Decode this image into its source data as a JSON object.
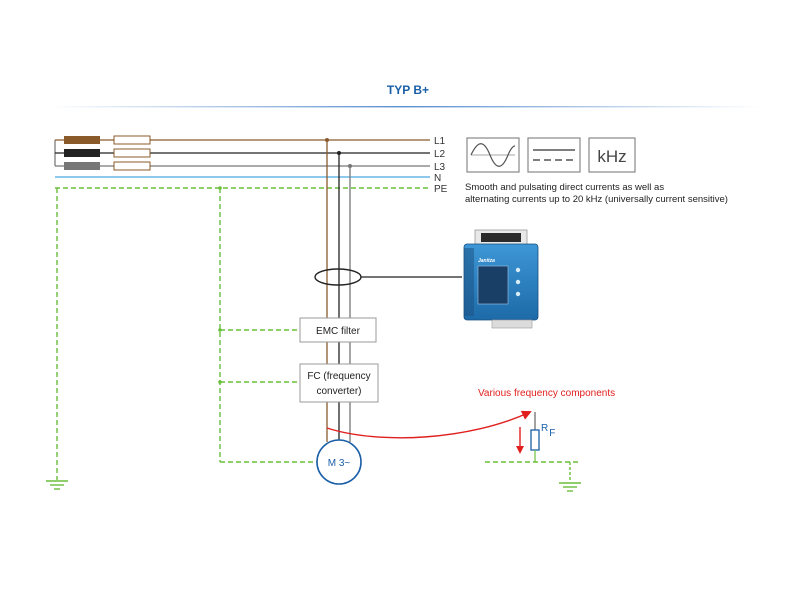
{
  "title": "TYP B+",
  "conductors": [
    {
      "label": "L1",
      "color": "#8a5a2b"
    },
    {
      "label": "L2",
      "color": "#222222"
    },
    {
      "label": "L3",
      "color": "#777777"
    },
    {
      "label": "N",
      "color": "#4aa8e0"
    },
    {
      "label": "PE",
      "color": "#6abf3a"
    }
  ],
  "waveform_icons": {
    "khz_label": "kHz"
  },
  "description": {
    "line1": "Smooth and pulsating direct currents as well as",
    "line2": "alternating currents up to 20 kHz (universally current sensitive)"
  },
  "device": {
    "brand": "Janitza"
  },
  "emc_filter": {
    "label": "EMC filter"
  },
  "frequency_converter": {
    "line1": "FC (frequency",
    "line2": "converter)"
  },
  "motor": {
    "label": "M 3~"
  },
  "various_frequency_label": "Various frequency components",
  "resistor": {
    "main": "R",
    "sub": "F"
  },
  "colors": {
    "accent_blue": "#1a5fa8",
    "pe_green": "#6abf3a",
    "fault_red": "#e0201e"
  }
}
